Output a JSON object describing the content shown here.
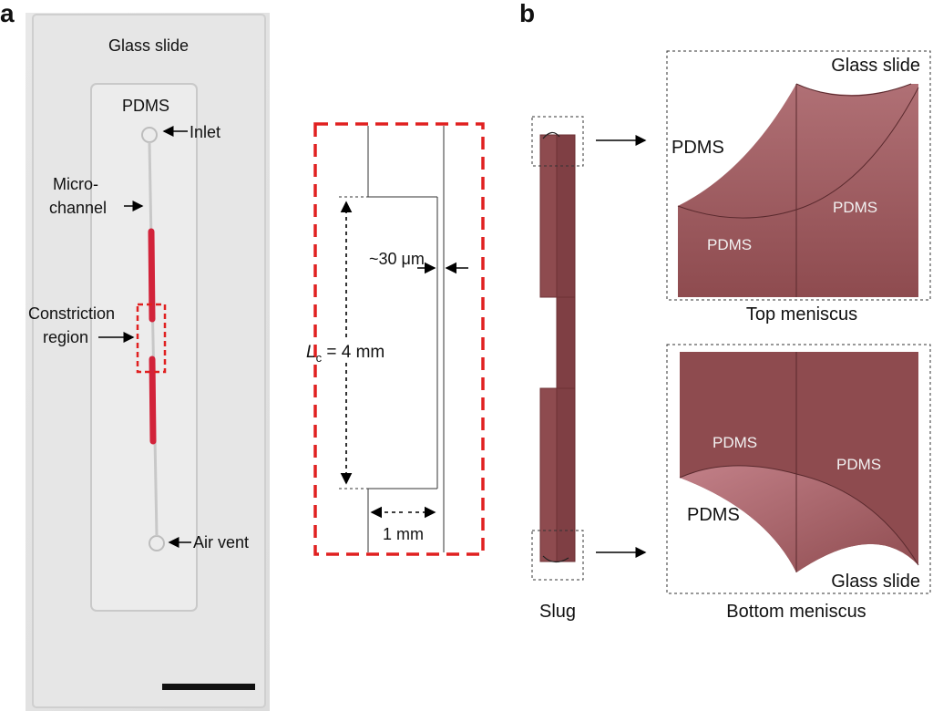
{
  "panels": {
    "a_letter": "a",
    "b_letter": "b"
  },
  "photo": {
    "glass_slide": "Glass slide",
    "pdms": "PDMS",
    "inlet": "Inlet",
    "micro_line1": "Micro-",
    "micro_line2": "channel",
    "constriction_line1": "Constriction",
    "constriction_line2": "region",
    "air_vent": "Air vent"
  },
  "detail": {
    "gap_label": "~30 μm",
    "length_symbol": "L",
    "length_sub": "c",
    "length_value": " = 4 mm",
    "width_label": "1 mm"
  },
  "slug": {
    "label": "Slug",
    "top": {
      "glass_slide": "Glass slide",
      "pdms_outer": "PDMS",
      "pdms_right": "PDMS",
      "pdms_left": "PDMS",
      "caption": "Top meniscus"
    },
    "bottom": {
      "pdms_left": "PDMS",
      "pdms_right": "PDMS",
      "pdms_outer": "PDMS",
      "glass_slide": "Glass slide",
      "caption": "Bottom meniscus"
    }
  },
  "colors": {
    "liquid": "#d2233a",
    "slug_fill": "#8e4b4f",
    "dash_red": "#e02020"
  }
}
